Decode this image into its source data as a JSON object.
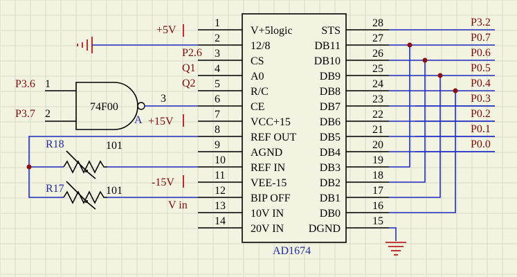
{
  "chip": {
    "name": "AD1674",
    "left_pins": [
      {
        "num": "1",
        "name": "V+5logic"
      },
      {
        "num": "2",
        "name": "12/8"
      },
      {
        "num": "3",
        "name": "CS"
      },
      {
        "num": "4",
        "name": "A0"
      },
      {
        "num": "5",
        "name": "R/C"
      },
      {
        "num": "6",
        "name": "CE"
      },
      {
        "num": "7",
        "name": "VCC+15"
      },
      {
        "num": "8",
        "name": "REF OUT"
      },
      {
        "num": "9",
        "name": "AGND"
      },
      {
        "num": "10",
        "name": "REF IN"
      },
      {
        "num": "11",
        "name": "VEE-15"
      },
      {
        "num": "12",
        "name": "BIP OFF"
      },
      {
        "num": "13",
        "name": "10V IN"
      },
      {
        "num": "14",
        "name": "20V IN"
      }
    ],
    "right_pins": [
      {
        "num": "28",
        "name": "STS"
      },
      {
        "num": "27",
        "name": "DB11"
      },
      {
        "num": "26",
        "name": "DB10"
      },
      {
        "num": "25",
        "name": "DB9"
      },
      {
        "num": "24",
        "name": "DB8"
      },
      {
        "num": "23",
        "name": "DB7"
      },
      {
        "num": "22",
        "name": "DB6"
      },
      {
        "num": "21",
        "name": "DB5"
      },
      {
        "num": "20",
        "name": "DB4"
      },
      {
        "num": "19",
        "name": "DB3"
      },
      {
        "num": "18",
        "name": "DB2"
      },
      {
        "num": "17",
        "name": "DB1"
      },
      {
        "num": "16",
        "name": "DB0"
      },
      {
        "num": "15",
        "name": "DGND"
      }
    ]
  },
  "left_signals": {
    "pin1": "+5V",
    "pin3": "P2.6",
    "pin4": "Q1",
    "pin5": "Q2",
    "pin7": "+15V",
    "pin11": "-15V",
    "pin13": "V in"
  },
  "right_ports": [
    "P3.2",
    "P0.7",
    "P0.6",
    "P0.5",
    "P0.4",
    "P0.3",
    "P0.2",
    "P0.1",
    "P0.0"
  ],
  "gate": {
    "name": "74F00",
    "out_label": "A",
    "in1": "P3.6",
    "in1_pin": "1",
    "in2": "P3.7",
    "in2_pin": "2",
    "out_pin": "3"
  },
  "resistors": {
    "r18": {
      "name": "R18",
      "value": "101"
    },
    "r17": {
      "name": "R17",
      "value": "101"
    }
  }
}
